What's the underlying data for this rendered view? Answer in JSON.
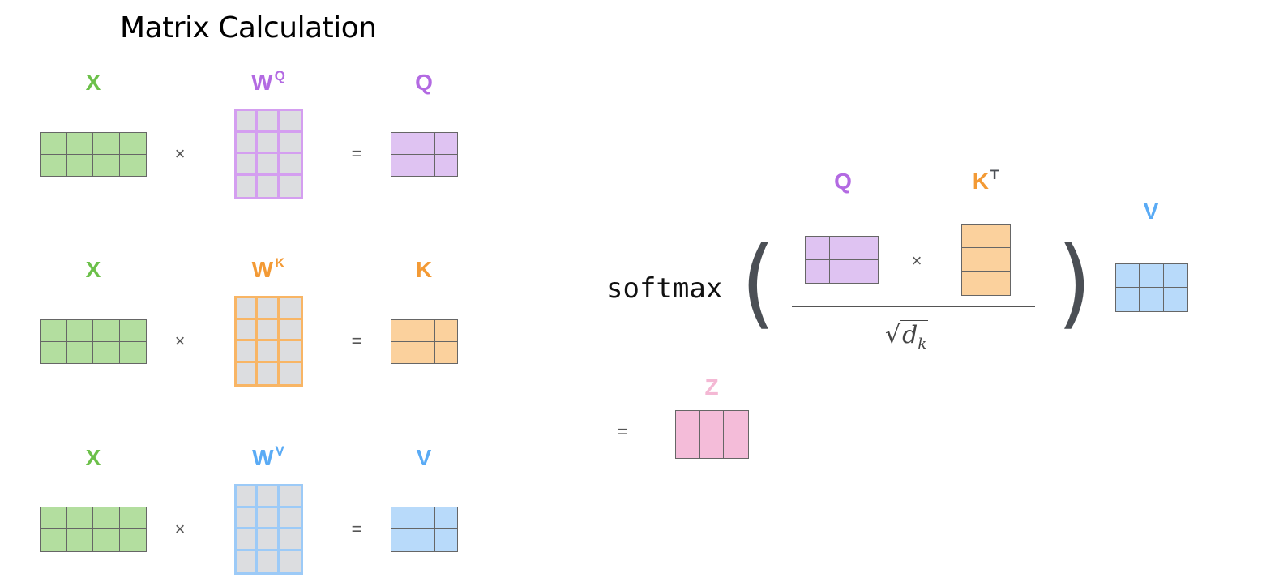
{
  "title": "Matrix Calculation",
  "colors": {
    "green_label": "#6cc04a",
    "green_fill": "#b3de9f",
    "purple_label": "#b36ae2",
    "purple_fill": "#dfc3f2",
    "purple_border": "#d49ef0",
    "orange_label": "#f39a35",
    "orange_fill": "#fbd19d",
    "orange_border": "#f8b565",
    "blue_label": "#5aabf5",
    "blue_fill": "#b8dafa",
    "blue_border": "#9ccaf7",
    "pink_label": "#f4b8d4",
    "pink_fill": "#f4bcd9",
    "weight_fill": "#dcdde0",
    "cell_border": "#666666"
  },
  "rows": [
    {
      "x_label": "X",
      "w_label": "W",
      "w_sup": "Q",
      "out_label": "Q",
      "times": "×",
      "equals": "="
    },
    {
      "x_label": "X",
      "w_label": "W",
      "w_sup": "K",
      "out_label": "K",
      "times": "×",
      "equals": "="
    },
    {
      "x_label": "X",
      "w_label": "W",
      "w_sup": "V",
      "out_label": "V",
      "times": "×",
      "equals": "="
    }
  ],
  "matrices": {
    "x": {
      "rows": 2,
      "cols": 4
    },
    "w": {
      "rows": 4,
      "cols": 3
    },
    "out": {
      "rows": 2,
      "cols": 3
    },
    "kt": {
      "rows": 3,
      "cols": 2
    },
    "z": {
      "rows": 2,
      "cols": 3
    }
  },
  "formula": {
    "softmax": "softmax",
    "open_paren": "(",
    "close_paren": ")",
    "q_label": "Q",
    "k_label": "K",
    "k_sup": "T",
    "times": "×",
    "sqrt": "√",
    "d": "d",
    "k_sub": "k",
    "v_label": "V",
    "equals": "=",
    "z_label": "Z"
  }
}
